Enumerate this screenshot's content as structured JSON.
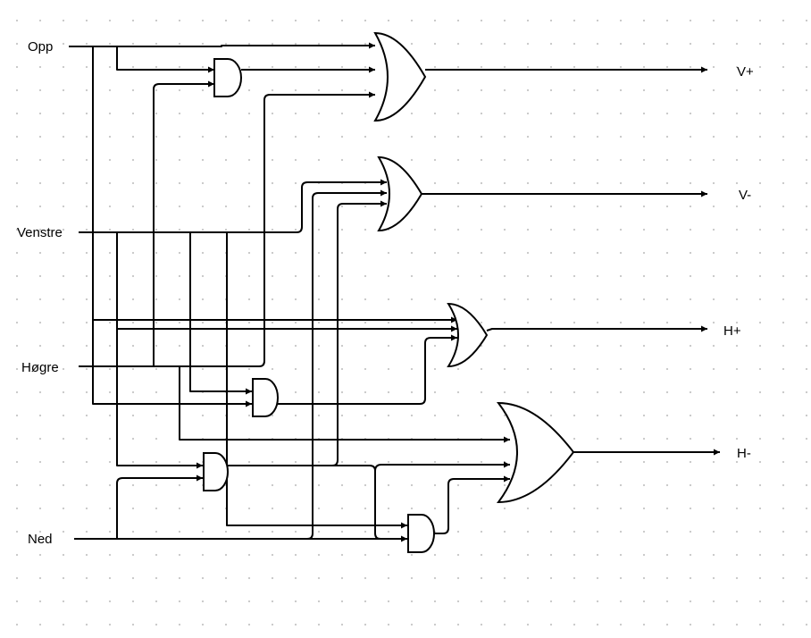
{
  "inputs": {
    "opp": "Opp",
    "venstre": "Venstre",
    "hogre": "Høgre",
    "ned": "Ned"
  },
  "outputs": {
    "v_plus": "V+",
    "v_minus": "V-",
    "h_plus": "H+",
    "h_minus": "H-"
  },
  "colors": {
    "line": "#000000",
    "background": "#ffffff",
    "grid_dot": "#c8c8c8"
  }
}
